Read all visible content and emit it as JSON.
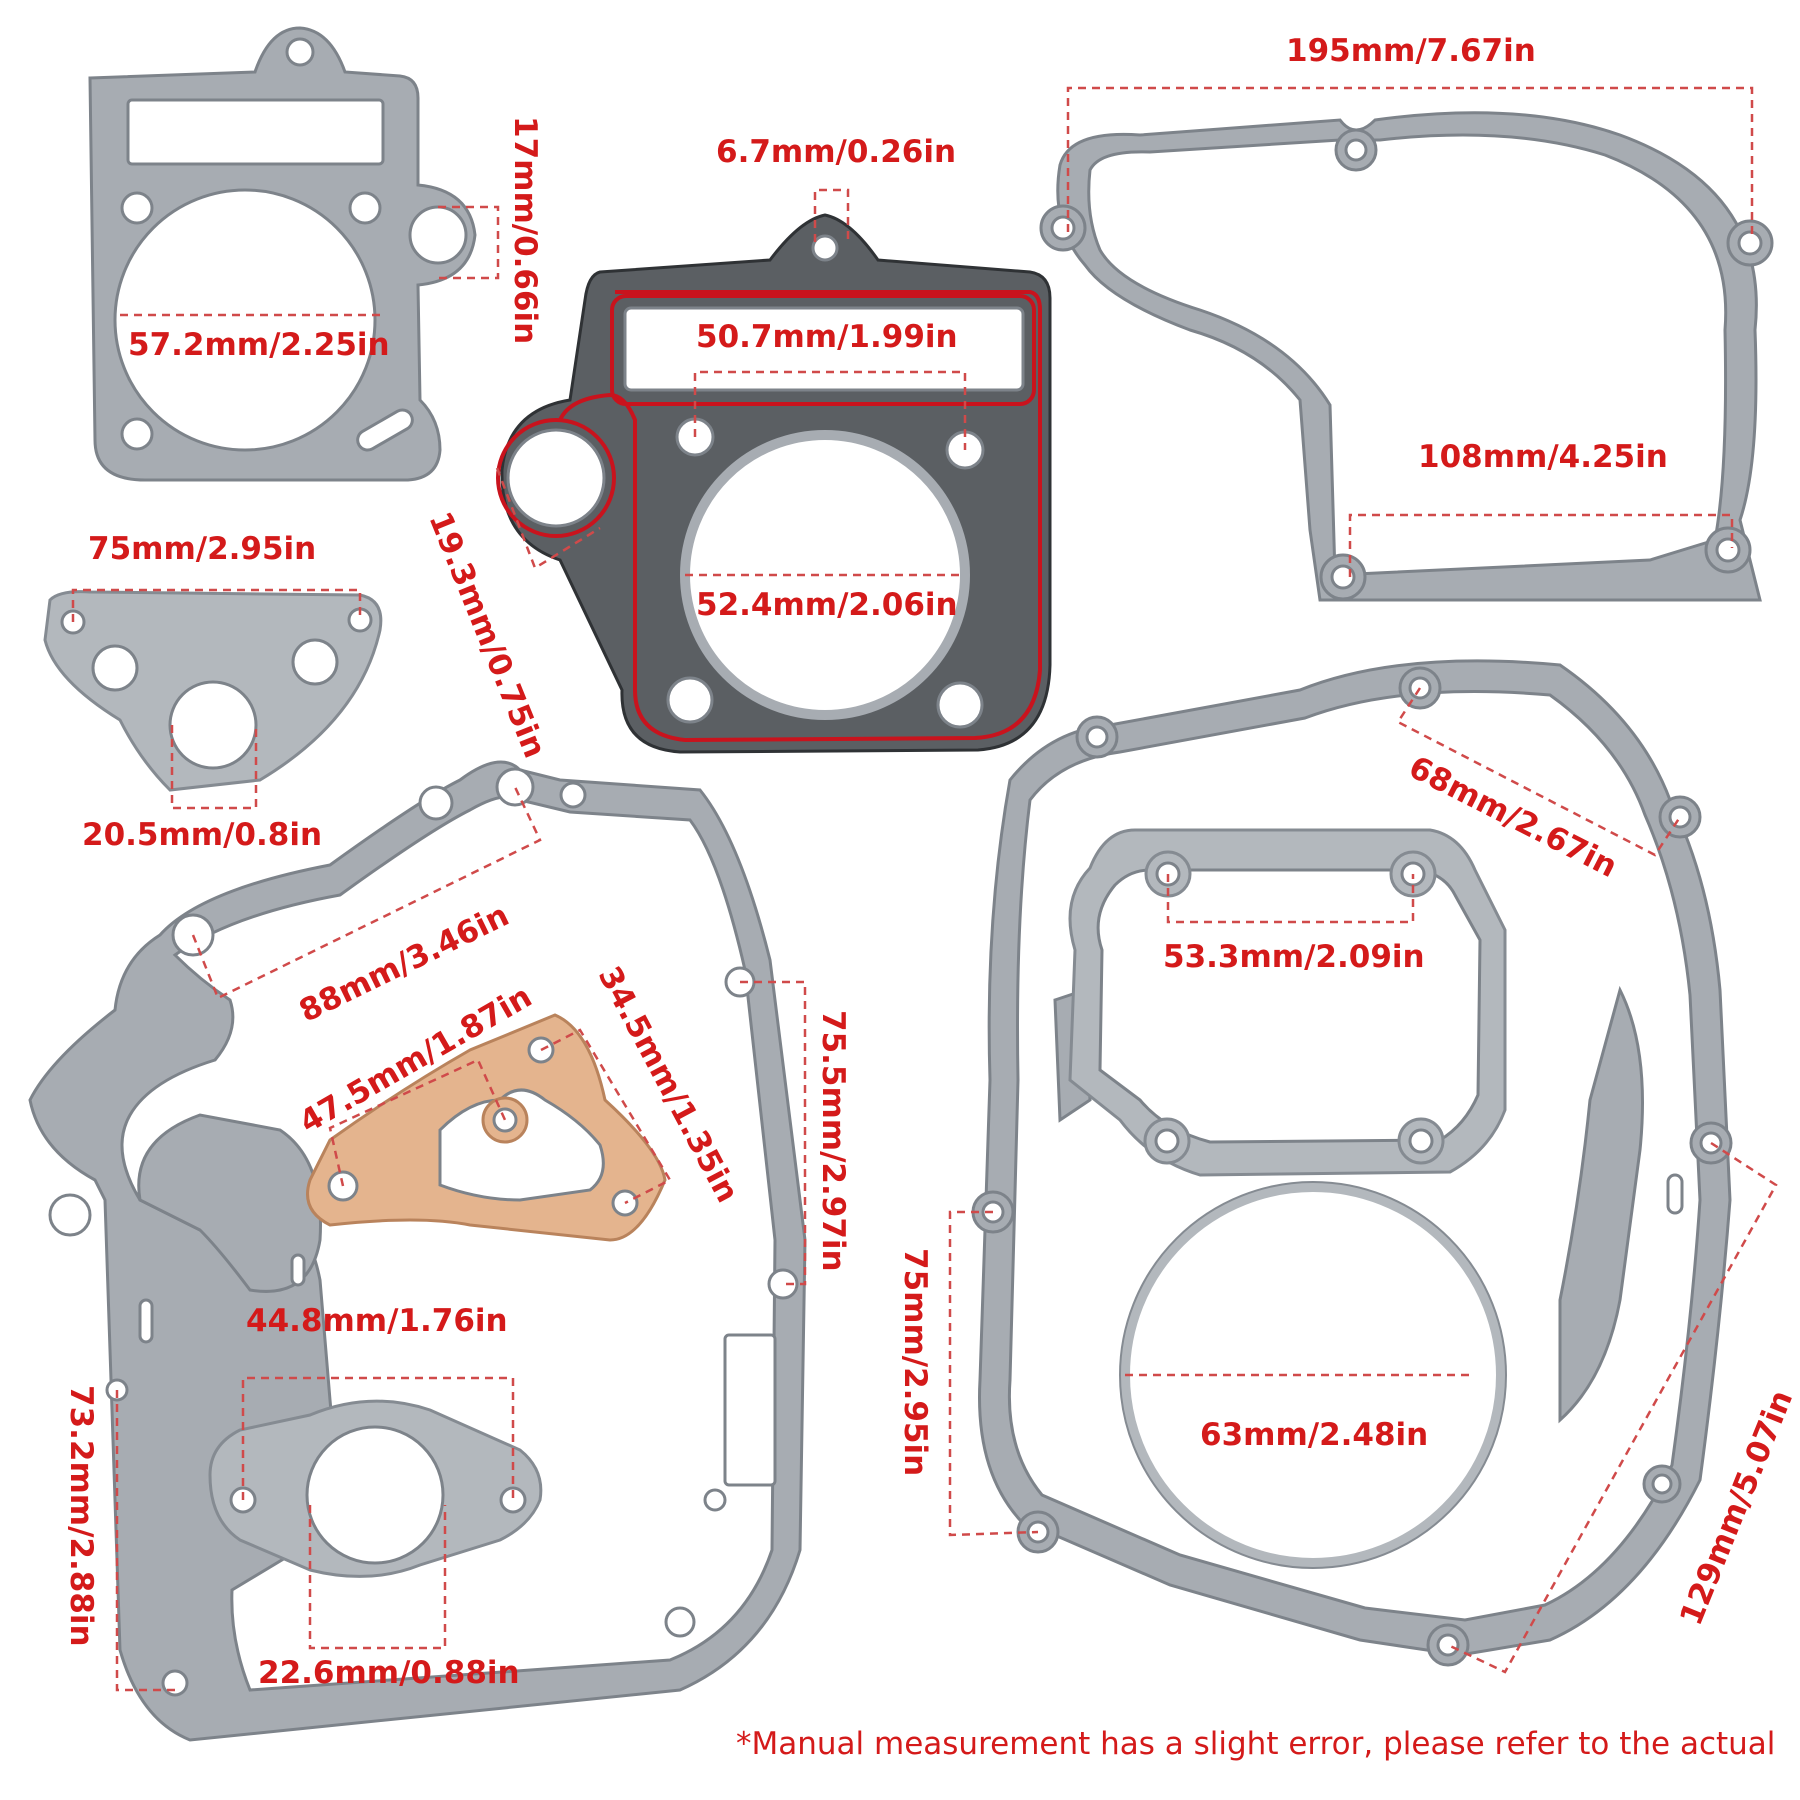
{
  "labels": {
    "d195": "195mm/7.67in",
    "d6_7": "6.7mm/0.26in",
    "d17": "17mm/0.66in",
    "d57_2": "57.2mm/2.25in",
    "d50_7": "50.7mm/1.99in",
    "d108": "108mm/4.25in",
    "d19_3": "19.3mm/0.75in",
    "d75_a": "75mm/2.95in",
    "d52_4": "52.4mm/2.06in",
    "d20_5": "20.5mm/0.8in",
    "d68": "68mm/2.67in",
    "d88": "88mm/3.46in",
    "d53_3": "53.3mm/2.09in",
    "d47_5": "47.5mm/1.87in",
    "d34_5": "34.5mm/1.35in",
    "d75_5": "75.5mm/2.97in",
    "d44_8": "44.8mm/1.76in",
    "d75_b": "75mm/2.95in",
    "d63": "63mm/2.48in",
    "d73_2": "73.2mm/2.88in",
    "d129": "129mm/5.07in",
    "d22_6": "22.6mm/0.88in"
  },
  "footnote": "*Manual measurement has a slight error, please refer to the actual",
  "colors": {
    "label_red": "#d41a1a",
    "gasket_gray": "#a7acb2",
    "head_gasket_dark": "#5b5f63",
    "paper_gasket": "#e4b48e"
  }
}
